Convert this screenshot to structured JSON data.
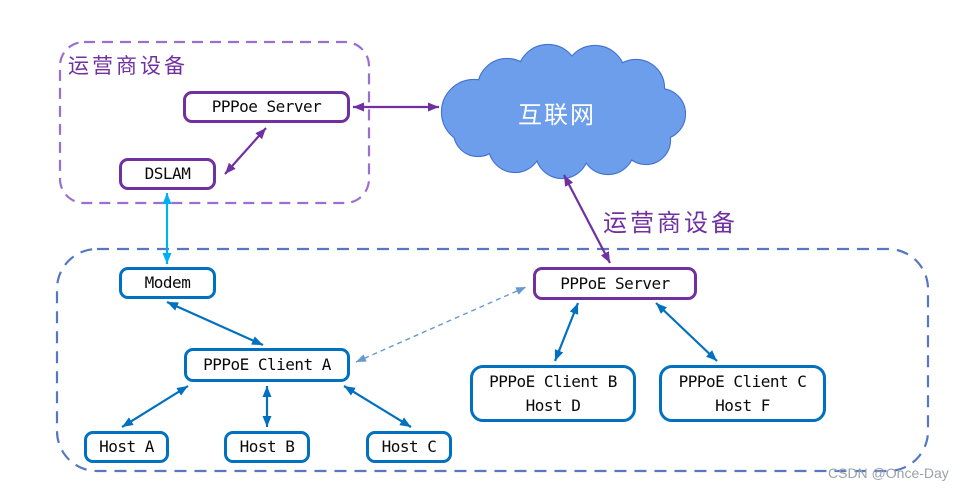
{
  "labels": {
    "isp_zone_top": "运营商设备",
    "isp_zone_side": "运营商设备",
    "internet": "互联网",
    "watermark": "CSDN @Once-Day"
  },
  "nodes": {
    "pppoe_server_top": "PPPoe Server",
    "dslam": "DSLAM",
    "modem": "Modem",
    "pppoe_server_bottom": "PPPoE Server",
    "client_a": "PPPoE Client A",
    "client_b_title": "PPPoE Client B",
    "client_b_sub": "Host D",
    "client_c_title": "PPPoE Client C",
    "client_c_sub": "Host F",
    "host_a": "Host A",
    "host_b": "Host B",
    "host_c": "Host C"
  },
  "edges": [
    {
      "from": "pppoe_server_top",
      "to": "internet",
      "style": "solid",
      "color": "#7030A0",
      "bidirectional": true
    },
    {
      "from": "dslam",
      "to": "pppoe_server_top",
      "style": "solid",
      "color": "#7030A0",
      "bidirectional": true
    },
    {
      "from": "dslam",
      "to": "modem",
      "style": "solid",
      "color": "#00B0F0",
      "bidirectional": true
    },
    {
      "from": "internet",
      "to": "pppoe_server_bottom",
      "style": "solid",
      "color": "#7030A0",
      "bidirectional": true
    },
    {
      "from": "modem",
      "to": "client_a",
      "style": "solid",
      "color": "#0070C0",
      "bidirectional": true
    },
    {
      "from": "client_a",
      "to": "host_a",
      "style": "solid",
      "color": "#0070C0",
      "bidirectional": true
    },
    {
      "from": "client_a",
      "to": "host_b",
      "style": "solid",
      "color": "#0070C0",
      "bidirectional": true
    },
    {
      "from": "client_a",
      "to": "host_c",
      "style": "solid",
      "color": "#0070C0",
      "bidirectional": true
    },
    {
      "from": "client_a",
      "to": "pppoe_server_bottom",
      "style": "dashed",
      "color": "#6699D0",
      "bidirectional": true
    },
    {
      "from": "pppoe_server_bottom",
      "to": "client_b",
      "style": "solid",
      "color": "#0070C0",
      "bidirectional": true
    },
    {
      "from": "pppoe_server_bottom",
      "to": "client_c",
      "style": "solid",
      "color": "#0070C0",
      "bidirectional": true
    }
  ],
  "colors": {
    "box_purple": "#7030A0",
    "box_blue": "#0070C0",
    "arrow_cyan": "#00B0F0",
    "zone_dash_purple": "#9A6FD0",
    "zone_dash_blue": "#5578C0",
    "dashed_link_blue": "#6699D0",
    "cloud_fill": "#6D9EEB",
    "cloud_stroke": "#4472D0",
    "watermark_gray": "#9AA2AB"
  }
}
